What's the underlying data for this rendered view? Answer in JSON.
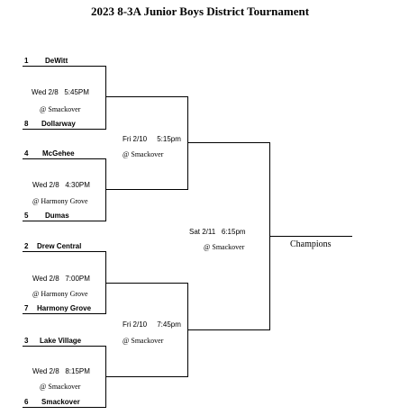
{
  "title": "2023 8-3A Junior Boys District Tournament",
  "teams": [
    {
      "seed": "1",
      "name": "DeWitt"
    },
    {
      "seed": "8",
      "name": "Dollarway"
    },
    {
      "seed": "4",
      "name": "McGehee"
    },
    {
      "seed": "5",
      "name": "Dumas"
    },
    {
      "seed": "2",
      "name": "Drew Central"
    },
    {
      "seed": "7",
      "name": "Harmony Grove"
    },
    {
      "seed": "3",
      "name": "Lake Village"
    },
    {
      "seed": "6",
      "name": "Smackover"
    }
  ],
  "games": {
    "qf1": {
      "time": "Wed 2/8   5:45PM",
      "venue": "@ Smackover"
    },
    "qf2": {
      "time": "Wed 2/8   4:30PM",
      "venue": "@ Harmony Grove"
    },
    "qf3": {
      "time": "Wed 2/8   7:00PM",
      "venue": "@ Harmony Grove"
    },
    "qf4": {
      "time": "Wed 2/8   8:15PM",
      "venue": "@ Smackover"
    },
    "sf1": {
      "time": "Fri 2/10     5:15pm",
      "venue": "@ Smackover"
    },
    "sf2": {
      "time": "Fri 2/10     7:45pm",
      "venue": "@ Smackover"
    },
    "final": {
      "time": "Sat 2/11   6:15pm",
      "venue": "@ Smackover"
    }
  },
  "champions_label": "Champions"
}
